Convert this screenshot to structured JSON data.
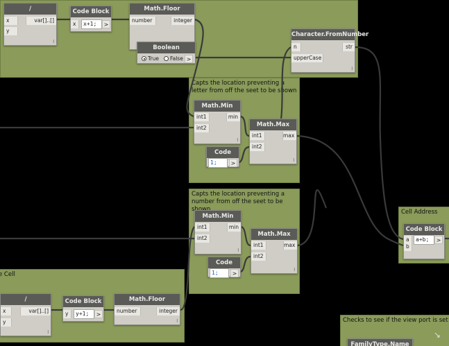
{
  "groups": {
    "top": {
      "title": ""
    },
    "letter": {
      "title": "Capts the location preventing a letter from off the seet to be shown"
    },
    "number": {
      "title": "Capts the location preventing a number from off the seet to be shown"
    },
    "cell_address": {
      "title": "Cell Address"
    },
    "left_cell": {
      "title": "e Cell"
    },
    "viewport": {
      "title": "Checks to see if the view port is set to ha prevent untitled views from getting a ce"
    }
  },
  "nodes": {
    "divide_top": {
      "title": "/",
      "in": [
        "x",
        "y"
      ],
      "out": [
        "var[]..[]"
      ],
      "lacing": "l"
    },
    "code_block_top": {
      "title": "Code Block",
      "in": [
        "x"
      ],
      "code": "x+1;",
      "out": ">"
    },
    "floor_top": {
      "title": "Math.Floor",
      "in": [
        "number"
      ],
      "out": [
        "integer"
      ],
      "lacing": "l"
    },
    "boolean": {
      "title": "Boolean",
      "options": [
        "True",
        "False"
      ],
      "selected": "True",
      "out": ">"
    },
    "char_from_number": {
      "title": "Character.FromNumber",
      "in": [
        "n",
        "upperCase"
      ],
      "out": [
        "str"
      ],
      "lacing": "l"
    },
    "min_1": {
      "title": "Math.Min",
      "in": [
        "int1",
        "int2"
      ],
      "out": [
        "min"
      ],
      "lacing": "l"
    },
    "max_1": {
      "title": "Math.Max",
      "in": [
        "int1",
        "int2"
      ],
      "out": [
        "max"
      ],
      "lacing": "l"
    },
    "code_block_1": {
      "title": "Code Block",
      "code": "1;",
      "out": ">"
    },
    "min_2": {
      "title": "Math.Min",
      "in": [
        "int1",
        "int2"
      ],
      "out": [
        "min"
      ],
      "lacing": "l"
    },
    "max_2": {
      "title": "Math.Max",
      "in": [
        "int1",
        "int2"
      ],
      "out": [
        "max"
      ],
      "lacing": "l"
    },
    "code_block_2": {
      "title": "Code Block",
      "code": "1;",
      "out": ">"
    },
    "code_block_ab": {
      "title": "Code Block",
      "in": [
        "a",
        "b"
      ],
      "code": "a+b;",
      "out": ">"
    },
    "divide_bottom": {
      "title": "/",
      "in": [
        "x",
        "y"
      ],
      "out": [
        "var[]..[]"
      ],
      "lacing": "l"
    },
    "code_block_bottom": {
      "title": "Code Block",
      "in": [
        "y"
      ],
      "code": "y+1;",
      "out": ">"
    },
    "floor_bottom": {
      "title": "Math.Floor",
      "in": [
        "number"
      ],
      "out": [
        "integer"
      ],
      "lacing": "l"
    },
    "family_type": {
      "title": "FamilyType.Name"
    }
  },
  "icons": {
    "resize": "↘"
  },
  "colors": {
    "group": "#8a9b5a",
    "node_header": "#5a5a56",
    "node_body": "#cfcdc6",
    "wire": "#3a3a3a",
    "canvas": "#000000"
  }
}
